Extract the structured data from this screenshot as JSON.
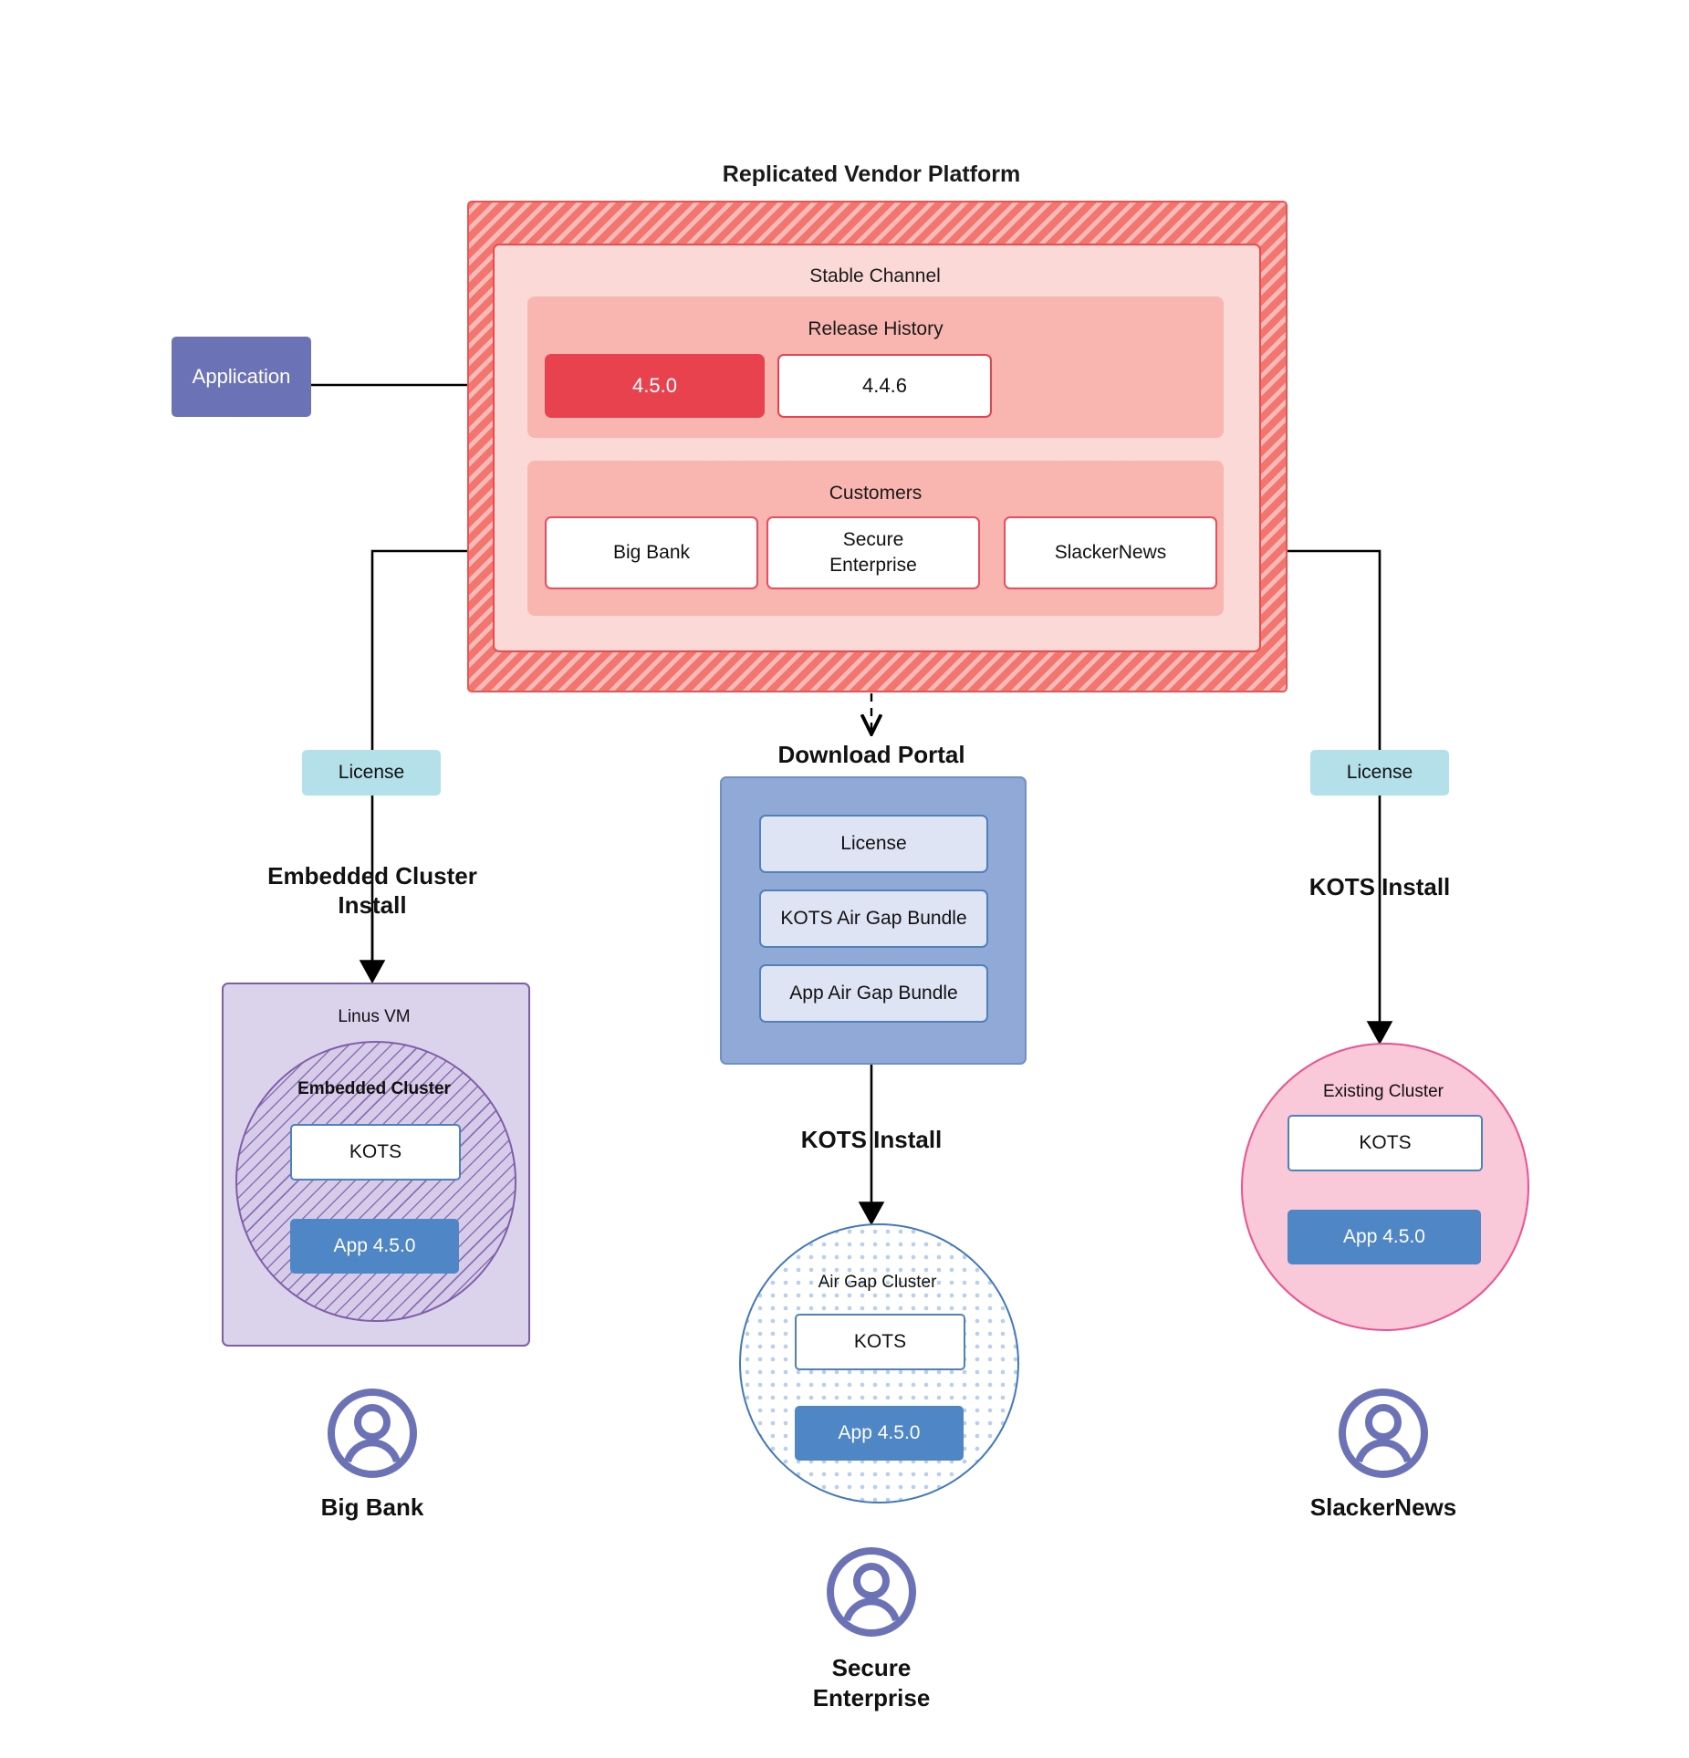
{
  "diagram": {
    "title": "Replicated Vendor Platform",
    "application_node": {
      "label": "Application"
    },
    "channel": {
      "label": "Stable Channel",
      "release_history": {
        "label": "Release History",
        "releases": [
          {
            "version": "4.5.0",
            "state": "active"
          },
          {
            "version": "4.4.6",
            "state": "inactive"
          }
        ]
      },
      "customers": {
        "label": "Customers",
        "items": [
          {
            "name": "Big Bank"
          },
          {
            "name": "Secure\nEnterprise"
          },
          {
            "name": "SlackerNews"
          }
        ]
      }
    },
    "left_branch": {
      "license_label": "License",
      "install_label": "Embedded Cluster\nInstall",
      "vm_label": "Linus VM",
      "cluster_label": "Embedded Cluster",
      "kots_label": "KOTS",
      "app_label": "App 4.5.0",
      "customer_label": "Big Bank"
    },
    "center_branch": {
      "portal_title": "Download  Portal",
      "portal_items": [
        {
          "label": "License"
        },
        {
          "label": "KOTS Air Gap Bundle"
        },
        {
          "label": "App Air Gap Bundle"
        }
      ],
      "install_label": "KOTS Install",
      "cluster_label": "Air Gap Cluster",
      "kots_label": "KOTS",
      "app_label": "App 4.5.0",
      "customer_label": "Secure\nEnterprise"
    },
    "right_branch": {
      "license_label": "License",
      "install_label": "KOTS Install",
      "cluster_label": "Existing Cluster",
      "kots_label": "KOTS",
      "app_label": "App 4.5.0",
      "customer_label": "SlackerNews"
    },
    "colors": {
      "vendor_platform": "#f2756f",
      "channel": "#fbd9d6",
      "release_active": "#e8424f",
      "application": "#6b73b6",
      "license": "#b4e1e9",
      "download_portal": "#90a9d7",
      "linux_vm": "#dbd2ec",
      "embedded_cluster_border": "#7e5ea8",
      "airgap_border": "#4178be",
      "existing_cluster": "#f9c9d9",
      "app_version_box": "#4f86c6",
      "avatar": "#6b73b6"
    }
  }
}
